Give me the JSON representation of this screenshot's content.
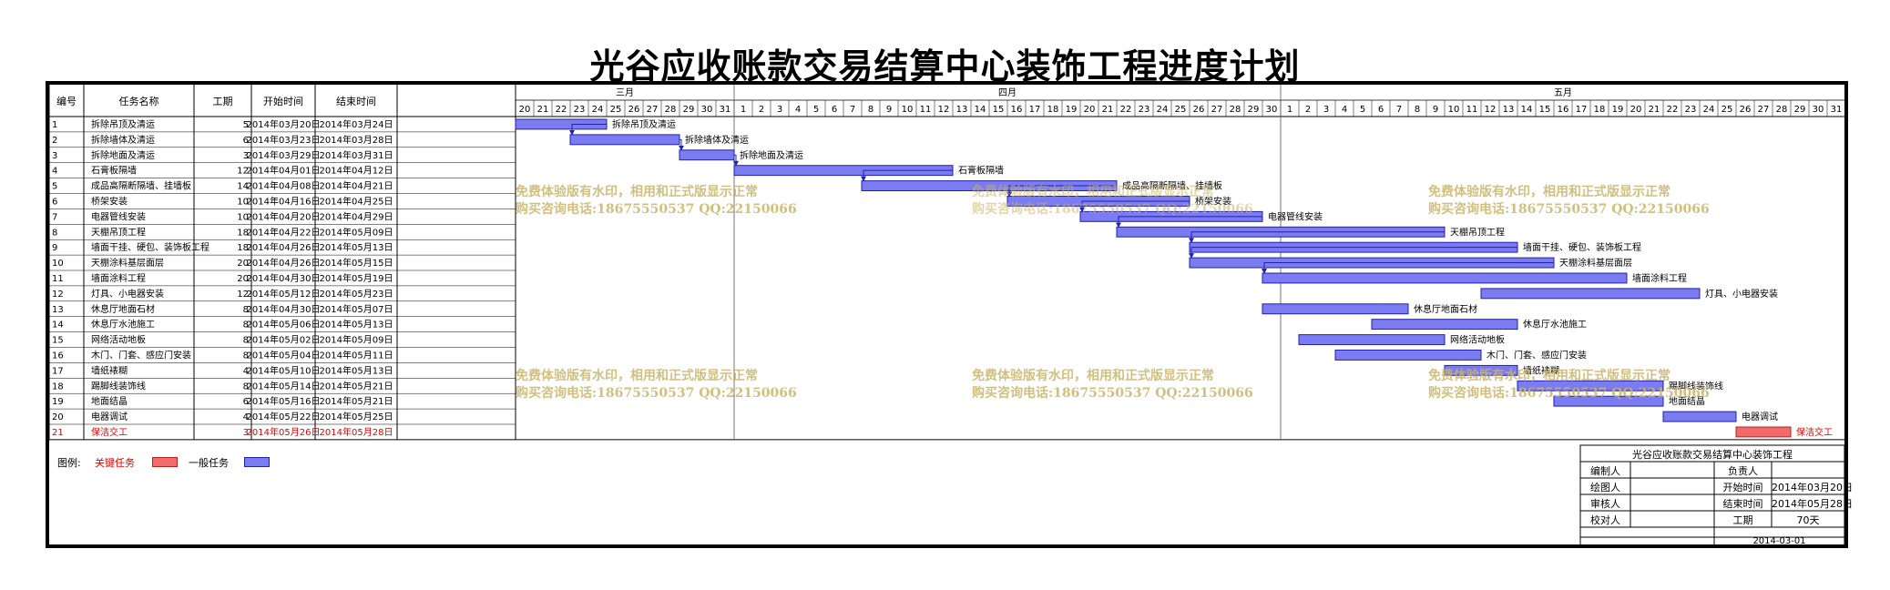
{
  "title": "光谷应收账款交易结算中心装饰工程进度计划",
  "table": {
    "headers": [
      "编号",
      "任务名称",
      "工期",
      "开始时间",
      "结束时间"
    ],
    "months": [
      "三月",
      "四月",
      "五月"
    ],
    "day_numbers": [
      20,
      21,
      22,
      23,
      24,
      25,
      26,
      27,
      28,
      29,
      30,
      31,
      1,
      2,
      3,
      4,
      5,
      6,
      7,
      8,
      9,
      10,
      11,
      12,
      13,
      14,
      15,
      16,
      17,
      18,
      19,
      20,
      21,
      22,
      23,
      24,
      25,
      26,
      27,
      28,
      29,
      30,
      1,
      2,
      3,
      4,
      5,
      6,
      7,
      8,
      9,
      10,
      11,
      12,
      13,
      14,
      15,
      16,
      17,
      18,
      19,
      20,
      21,
      22,
      23,
      24,
      25,
      26,
      27,
      28,
      29,
      30,
      31
    ]
  },
  "chart_data": {
    "type": "gantt",
    "title": "光谷应收账款交易结算中心装饰工程进度计划",
    "x_range": [
      "2014-03-20",
      "2014-05-31"
    ],
    "tasks": [
      {
        "id": "1",
        "name": "拆除吊顶及清运",
        "duration": 5,
        "start": "2014年03月20日",
        "end": "2014年03月24日",
        "s": 0,
        "critical": false,
        "pred": null
      },
      {
        "id": "2",
        "name": "拆除墙体及清运",
        "duration": 6,
        "start": "2014年03月23日",
        "end": "2014年03月28日",
        "s": 3,
        "critical": false,
        "pred": 1
      },
      {
        "id": "3",
        "name": "拆除地面及清运",
        "duration": 3,
        "start": "2014年03月29日",
        "end": "2014年03月31日",
        "s": 9,
        "critical": false,
        "pred": 2
      },
      {
        "id": "4",
        "name": "石膏板隔墙",
        "duration": 12,
        "start": "2014年04月01日",
        "end": "2014年04月12日",
        "s": 12,
        "critical": false,
        "pred": 3
      },
      {
        "id": "5",
        "name": "成品高隔断隔墙、挂墙板",
        "duration": 14,
        "start": "2014年04月08日",
        "end": "2014年04月21日",
        "s": 19,
        "critical": false,
        "pred": 4
      },
      {
        "id": "6",
        "name": "桥架安装",
        "duration": 10,
        "start": "2014年04月16日",
        "end": "2014年04月25日",
        "s": 27,
        "critical": false,
        "pred": 5
      },
      {
        "id": "7",
        "name": "电器管线安装",
        "duration": 10,
        "start": "2014年04月20日",
        "end": "2014年04月29日",
        "s": 31,
        "critical": false,
        "pred": 6
      },
      {
        "id": "8",
        "name": "天棚吊顶工程",
        "duration": 18,
        "start": "2014年04月22日",
        "end": "2014年05月09日",
        "s": 33,
        "critical": false,
        "pred": 7
      },
      {
        "id": "9",
        "name": "墙面干挂、硬包、装饰板工程",
        "duration": 18,
        "start": "2014年04月26日",
        "end": "2014年05月13日",
        "s": 37,
        "critical": false,
        "pred": 8
      },
      {
        "id": "10",
        "name": "天棚涂料基层面层",
        "duration": 20,
        "start": "2014年04月26日",
        "end": "2014年05月15日",
        "s": 37,
        "critical": false,
        "pred": 9
      },
      {
        "id": "11",
        "name": "墙面涂料工程",
        "duration": 20,
        "start": "2014年04月30日",
        "end": "2014年05月19日",
        "s": 41,
        "critical": false,
        "pred": 10
      },
      {
        "id": "12",
        "name": "灯具、小电器安装",
        "duration": 12,
        "start": "2014年05月12日",
        "end": "2014年05月23日",
        "s": 53,
        "critical": false,
        "pred": null
      },
      {
        "id": "13",
        "name": "休息厅地面石材",
        "duration": 8,
        "start": "2014年04月30日",
        "end": "2014年05月07日",
        "s": 41,
        "critical": false,
        "pred": null
      },
      {
        "id": "14",
        "name": "休息厅水池施工",
        "duration": 8,
        "start": "2014年05月06日",
        "end": "2014年05月13日",
        "s": 47,
        "critical": false,
        "pred": null
      },
      {
        "id": "15",
        "name": "网络活动地板",
        "duration": 8,
        "start": "2014年05月02日",
        "end": "2014年05月09日",
        "s": 43,
        "critical": false,
        "pred": null
      },
      {
        "id": "16",
        "name": "木门、门套、感应门安装",
        "duration": 8,
        "start": "2014年05月04日",
        "end": "2014年05月11日",
        "s": 45,
        "critical": false,
        "pred": null
      },
      {
        "id": "17",
        "name": "墙纸裱糊",
        "duration": 4,
        "start": "2014年05月10日",
        "end": "2014年05月13日",
        "s": 51,
        "critical": false,
        "pred": null
      },
      {
        "id": "18",
        "name": "踢脚线装饰线",
        "duration": 8,
        "start": "2014年05月14日",
        "end": "2014年05月21日",
        "s": 55,
        "critical": false,
        "pred": null
      },
      {
        "id": "19",
        "name": "地面结晶",
        "duration": 6,
        "start": "2014年05月16日",
        "end": "2014年05月21日",
        "s": 57,
        "critical": false,
        "pred": null
      },
      {
        "id": "20",
        "name": "电器调试",
        "duration": 4,
        "start": "2014年05月22日",
        "end": "2014年05月25日",
        "s": 63,
        "critical": false,
        "pred": null
      },
      {
        "id": "21",
        "name": "保洁交工",
        "duration": 3,
        "start": "2014年05月26日",
        "end": "2014年05月28日",
        "s": 67,
        "critical": true,
        "pred": null
      }
    ],
    "colors": {
      "normal": "#7b7bf2",
      "critical": "#f26b6b",
      "normal_border": "#2222aa",
      "critical_border": "#bb2222"
    }
  },
  "watermark": {
    "line1": "免费体验版有水印，相用和正式版显示正常",
    "line2": "购买咨询电话:18675550537 QQ:22150066"
  },
  "legend": {
    "label": "图例:",
    "critical_label": "关键任务",
    "normal_label": "一般任务"
  },
  "signature": {
    "project": "光谷应收账款交易结算中心装饰工程",
    "editor_label": "编制人",
    "owner_label": "负责人",
    "drafter_label": "绘图人",
    "reviewer_label": "审核人",
    "checker_label": "校对人",
    "start_label": "开始时间",
    "start_value": "2014年03月20日",
    "end_label": "结束时间",
    "end_value": "2014年05月28日",
    "duration_label": "工期",
    "duration_value": "70天",
    "date": "2014-03-01"
  }
}
